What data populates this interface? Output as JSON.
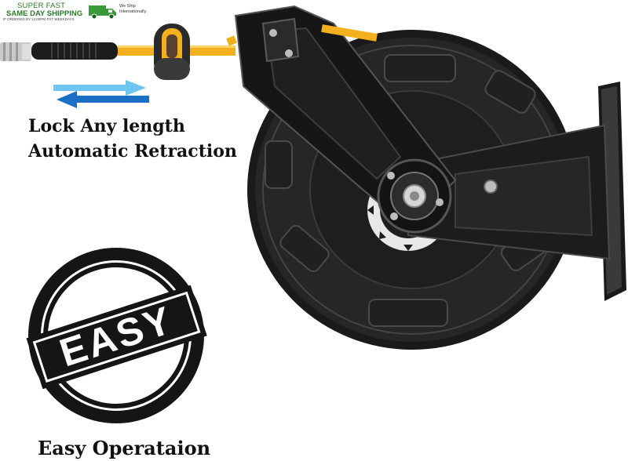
{
  "banner": {
    "line1": "SUPER FAST",
    "line2": "SAME DAY SHIPPING",
    "line3": "IF ORDERED BY 12:00PM PST WEEKDAYS",
    "ship_note": "We Ship Internationally"
  },
  "features": {
    "lock": "Lock Any length",
    "retraction": "Automatic Retraction",
    "operation": "Easy Operataion"
  },
  "stamp": {
    "text": "EASY"
  },
  "colors": {
    "hose": "#f2b01e",
    "reel": "#1a1a1a",
    "arrow_dark": "#1b6fc4",
    "arrow_light": "#6ec6f0",
    "ship_green": "#2a7a2a"
  }
}
